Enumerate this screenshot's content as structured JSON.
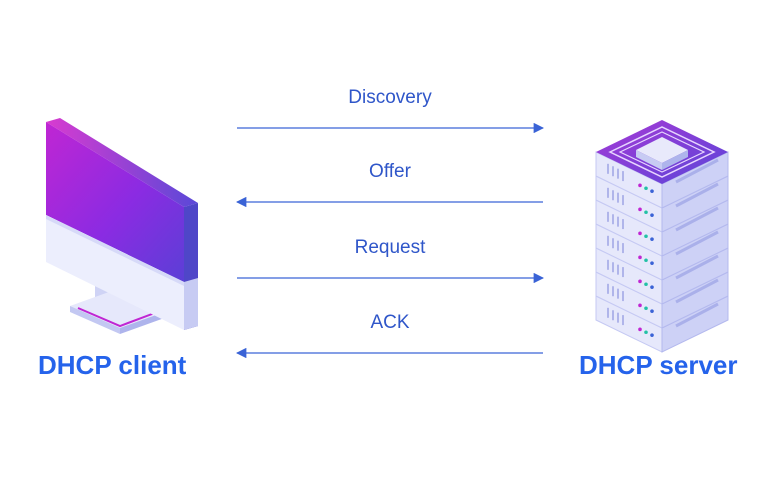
{
  "diagram": {
    "client": {
      "label": "DHCP client",
      "icon": "desktop-monitor-icon"
    },
    "server": {
      "label": "DHCP server",
      "icon": "server-rack-icon"
    },
    "messages": [
      {
        "label": "Discovery",
        "direction": "client-to-server"
      },
      {
        "label": "Offer",
        "direction": "server-to-client"
      },
      {
        "label": "Request",
        "direction": "client-to-server"
      },
      {
        "label": "ACK",
        "direction": "server-to-client"
      }
    ],
    "colors": {
      "label_blue": "#2563eb",
      "arrow_blue": "#3a63d6",
      "screen_magenta": "#c026d3",
      "screen_violet": "#6d28d9",
      "device_light": "#e6e8fb"
    }
  }
}
